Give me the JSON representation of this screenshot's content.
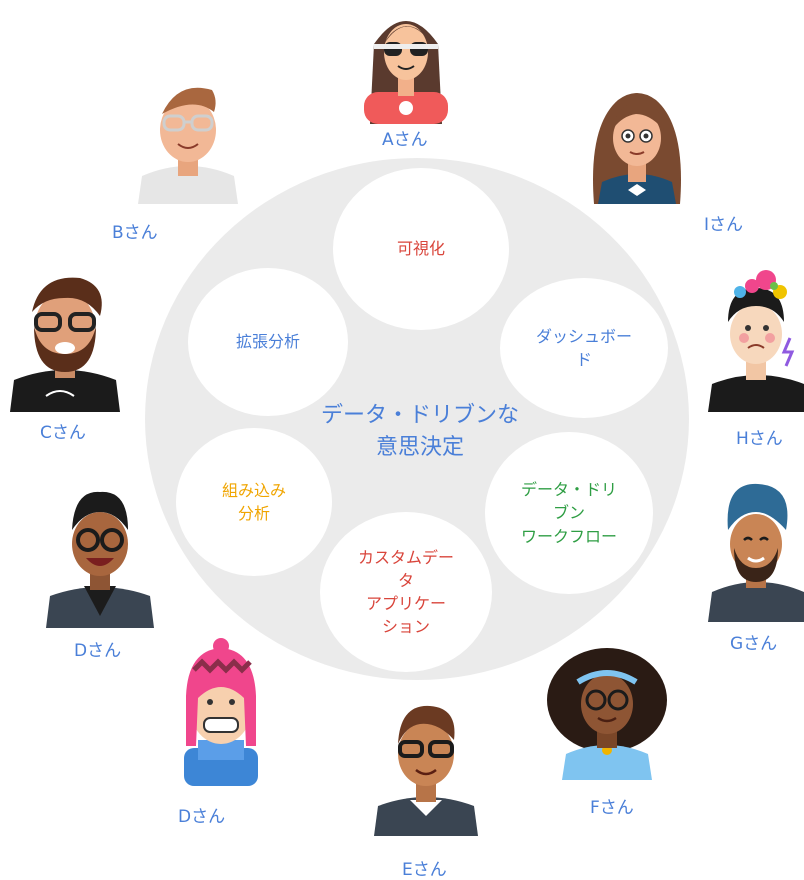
{
  "center": {
    "line1": "データ・ドリブンな",
    "line2": "意思決定"
  },
  "bubbles": {
    "visualization": "可視化",
    "dashboard": "ダッシュボー\nド",
    "workflow": "データ・ドリ\nブン\nワークフロー",
    "custom_app": "カスタムデー\nタ\nアプリケー\nション",
    "embedded": "組み込み\n分析",
    "augmented": "拡張分析"
  },
  "people": {
    "a": "Aさん",
    "b": "Bさん",
    "c": "Cさん",
    "d1": "Dさん",
    "d2": "Dさん",
    "e": "Eさん",
    "f": "Fさん",
    "g": "Gさん",
    "h": "Hさん",
    "i": "Iさん"
  },
  "colors": {
    "label_blue": "#4a7fd8",
    "red": "#d9453b",
    "green": "#2f9e44",
    "amber": "#f0a500",
    "ring": "#ebebeb"
  }
}
